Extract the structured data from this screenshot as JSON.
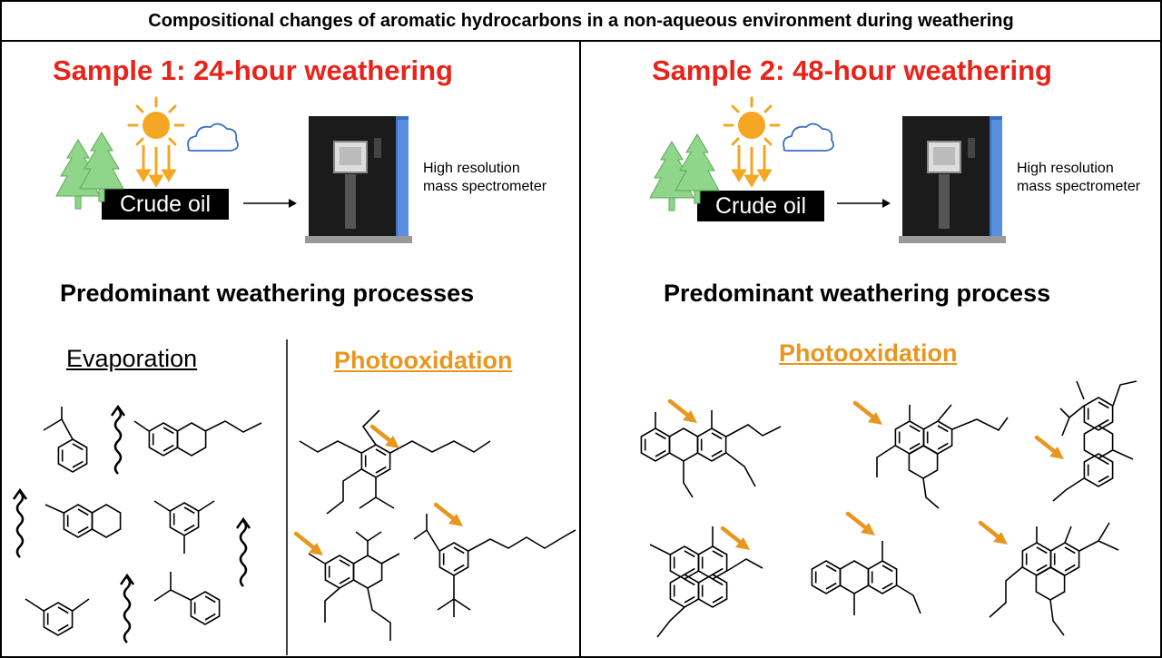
{
  "title": "Compositional changes of aromatic hydrocarbons in a non-aqueous environment during weathering",
  "panels": [
    {
      "sample_title": "Sample 1: 24-hour weathering",
      "oil_label": "Crude oil",
      "ms_label_line1": "High resolution",
      "ms_label_line2": "mass spectrometer",
      "heading": "Predominant weathering processes",
      "process_left": "Evaporation",
      "process_right": "Photooxidation"
    },
    {
      "sample_title": "Sample 2: 48-hour weathering",
      "oil_label": "Crude oil",
      "ms_label_line1": "High resolution",
      "ms_label_line2": "mass spectrometer",
      "heading": "Predominant weathering process",
      "process": "Photooxidation"
    }
  ],
  "colors": {
    "sample_title": "#e8231a",
    "photooxidation": "#e8961e",
    "sun": "#f5a623",
    "tree": "#8fd68a",
    "instrument_blue": "#3b6fc2"
  },
  "icons": [
    "tree-icon",
    "sun-icon",
    "cloud-icon",
    "arrow-right-icon",
    "mass-spectrometer-icon",
    "wavy-arrow-icon",
    "molecule-icon",
    "orange-arrow-icon"
  ]
}
